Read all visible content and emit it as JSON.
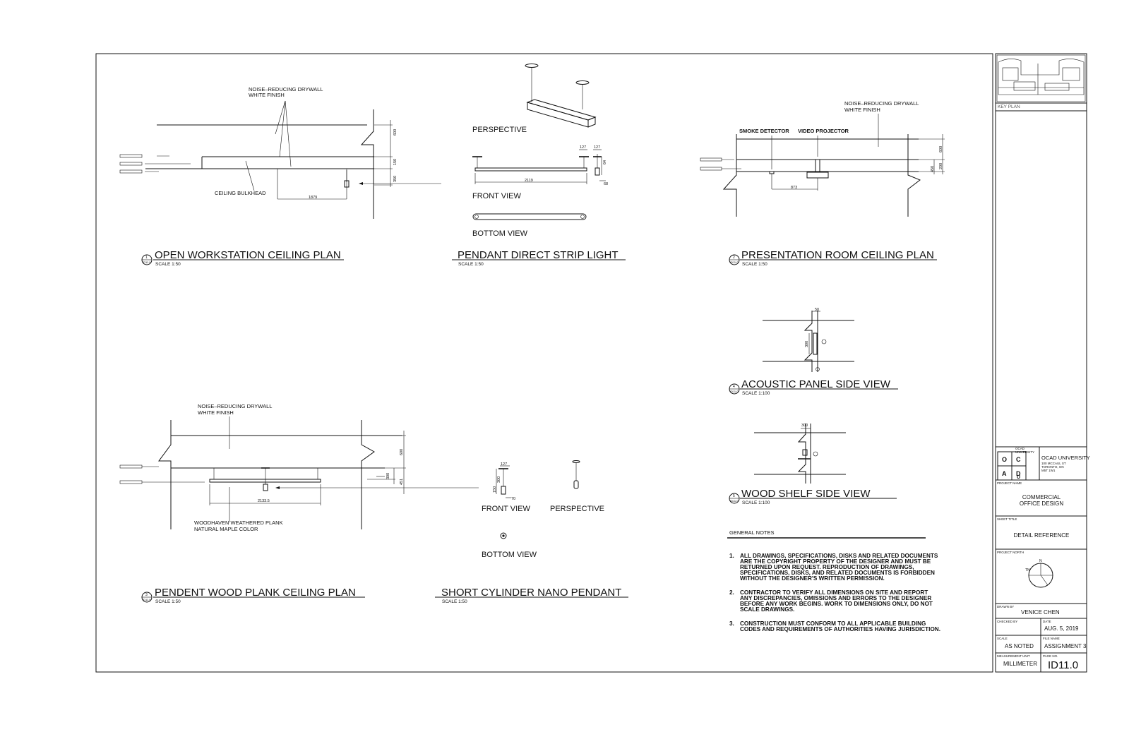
{
  "sheet": {
    "details": [
      {
        "number": "1",
        "sheet_ref": "ID11.0",
        "title": "OPEN WORKSTATION CEILING PLAN",
        "scale": "SCALE 1:50"
      },
      {
        "number": "",
        "sheet_ref": "",
        "title": "PENDANT DIRECT STRIP LIGHT",
        "scale": "SCALE 1:50"
      },
      {
        "number": "2",
        "sheet_ref": "ID11.0",
        "title": "PRESENTATION ROOM CEILING PLAN",
        "scale": "SCALE 1:50"
      },
      {
        "number": "4",
        "sheet_ref": "ID11.0",
        "title": "ACOUSTIC PANEL SIDE VIEW",
        "scale": "SCALE 1:100"
      },
      {
        "number": "5",
        "sheet_ref": "ID11.0",
        "title": "WOOD SHELF SIDE VIEW",
        "scale": "SCALE 1:100"
      },
      {
        "number": "3",
        "sheet_ref": "ID11.0",
        "title": "PENDENT WOOD PLANK CEILING PLAN",
        "scale": "SCALE 1:50"
      },
      {
        "number": "",
        "sheet_ref": "",
        "title": "SHORT CYLINDER NANO PENDANT",
        "scale": "SCALE 1:50"
      }
    ],
    "labels": {
      "drywall_1": "NOISE–REDUCING DRYWALL",
      "drywall_2": "WHITE FINISH",
      "bulkhead": "CEILING BULKHEAD",
      "smoke": "SMOKE DETECTOR",
      "projector": "VIDEO PROJECTOR",
      "plank_1": "WOODHAVEN WEATHERED PLANK",
      "plank_2": "NATURAL MAPLE COLOR",
      "perspective": "PERSPECTIVE",
      "front_view": "FRONT VIEW",
      "bottom_view": "BOTTOM VIEW"
    },
    "dimensions": {
      "d1_600": "600",
      "d1_150": "150",
      "d1_350": "350",
      "d1_1879": "1879",
      "d2_2119": "2119",
      "d2_127a": "127",
      "d2_127b": "127",
      "d2_68": "68",
      "d2_64": "64",
      "d3_600": "600",
      "d3_200": "200",
      "d3_450": "450",
      "d3_873": "873",
      "d4_50": "50",
      "d4_300": "300",
      "d5_300": "300",
      "d6_600": "600",
      "d6_300": "300",
      "d6_451": "451",
      "d6_2133": "2133.5",
      "d7_127": "127",
      "d7_150": "150",
      "d7_300": "300",
      "d7_70": "70"
    },
    "general_notes": {
      "heading": "GENERAL NOTES",
      "items": [
        {
          "num": "1.",
          "lines": [
            "ALL DRAWINGS, SPECIFICATIONS, DISKS AND RELATED DOCUMENTS",
            "ARE THE COPYRIGHT PROPERTY OF THE DESIGNER AND MUST BE",
            "RETURNED UPON REQUEST. REPRODUCTION OF DRAWINGS,",
            "SPECIFICATIONS, DISKS, AND RELATED DOCUMENTS IS FORBIDDEN",
            "WITHOUT THE DESIGNER'S WRITTEN PERMISSION."
          ]
        },
        {
          "num": "2.",
          "lines": [
            "CONTRACTOR TO VERIFY ALL DIMENSIONS ON SITE AND REPORT",
            "ANY DISCREPANCIES, OMISSIONS AND ERRORS TO THE DESIGNER",
            "BEFORE ANY WORK BEGINS. WORK TO DIMENSIONS ONLY, DO NOT",
            "SCALE DRAWINGS."
          ]
        },
        {
          "num": "3.",
          "lines": [
            "CONSTRUCTION MUST CONFORM TO ALL APPLICABLE BUILDING",
            "CODES AND REQUIREMENTS OF AUTHORITIES HAVING JURISDICTION."
          ]
        }
      ]
    },
    "title_block": {
      "key_plan": "KEY PLAN",
      "logo_letters": [
        "O",
        "C",
        "A",
        "D",
        "U"
      ],
      "logo_caption_1": "OCAD",
      "logo_caption_2": "UNIVERSITY",
      "university": "OCAD UNIVERSITY",
      "address_1": "100 MCCAUL ST",
      "address_2": "TORONTO, ON",
      "address_3": "M5T 1W1",
      "project_name_label": "PROJECT NAME",
      "project_name_1": "COMMERCIAL",
      "project_name_2": "OFFICE DESIGN",
      "sheet_title_label": "SHEET TITLE",
      "sheet_title": "DETAIL REFERENCE",
      "project_north_label": "PROJECT NORTH",
      "north_n": "N",
      "north_tn": "TN",
      "drawn_by_label": "DRAWN BY",
      "drawn_by": "VENICE CHEN",
      "checked_by_label": "CHECKED BY",
      "date_label": "DATE",
      "date": "AUG. 5, 2019",
      "scale_label": "SCALE",
      "scale": "AS NOTED",
      "file_name_label": "FILE NAME",
      "file_name": "ASSIGNMENT 3",
      "unit_label": "MEASUREMENT UNIT",
      "unit": "MILLIMETER",
      "page_no_label": "PAGE NO.",
      "page_no": "ID11.0"
    }
  }
}
